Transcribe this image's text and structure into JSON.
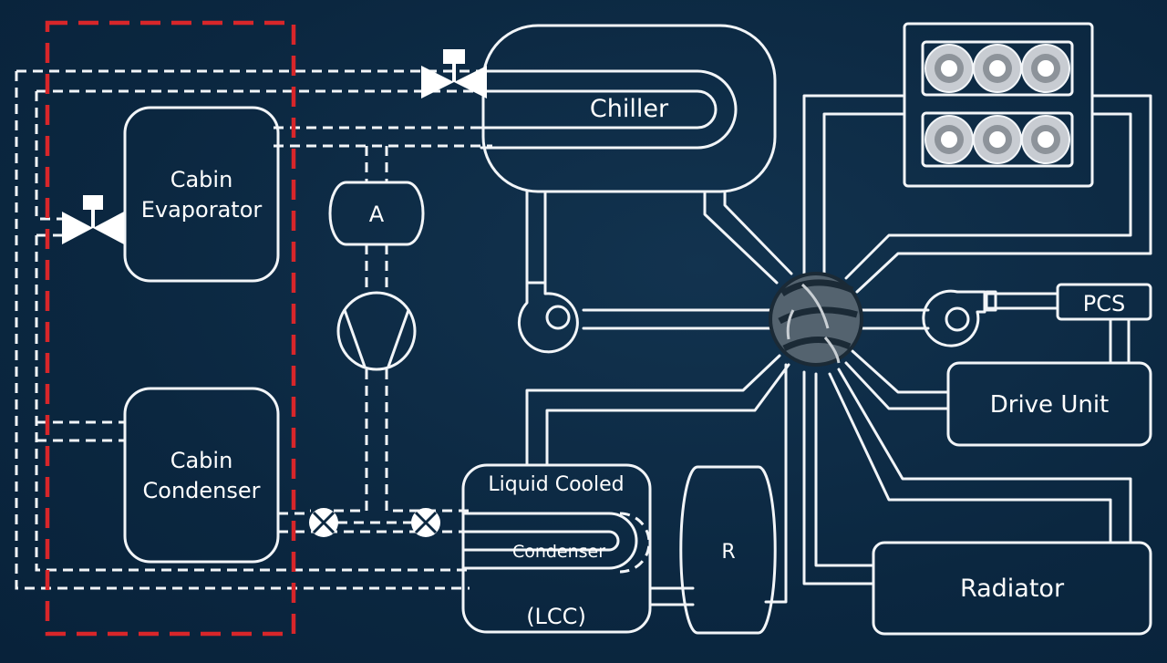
{
  "labels": {
    "chiller": "Chiller",
    "cabin_evaporator_line1": "Cabin",
    "cabin_evaporator_line2": "Evaporator",
    "cabin_condenser_line1": "Cabin",
    "cabin_condenser_line2": "Condenser",
    "accumulator": "A",
    "pcs": "PCS",
    "drive_unit": "Drive Unit",
    "lcc_title": "Liquid Cooled",
    "lcc_inner": "Condenser",
    "lcc_abbrev": "(LCC)",
    "radiator": "Radiator",
    "reservoir": "R"
  },
  "colors": {
    "background": "#0c2840",
    "lines": "#f2f5f8",
    "highlight": "#d8262a",
    "valve_fill": "#ffffff",
    "octovalve_fill": "#54636f"
  }
}
